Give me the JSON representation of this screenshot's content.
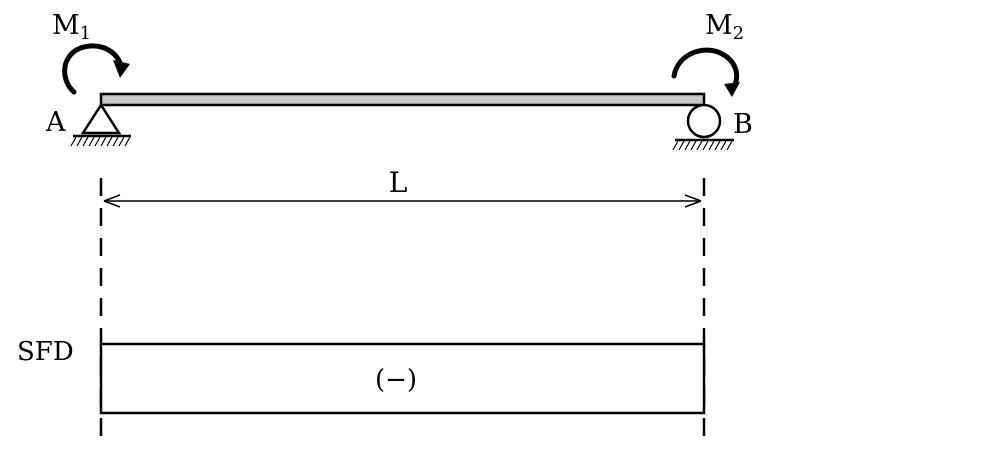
{
  "labels": {
    "moment_left": "M",
    "moment_left_sub": "1",
    "moment_right": "M",
    "moment_right_sub": "2",
    "support_left": "A",
    "support_right": "B",
    "span": "L",
    "sfd_title": "SFD",
    "sfd_sign": "(−)"
  },
  "colors": {
    "beam_fill": "#c8c8c8",
    "line": "#000000"
  }
}
